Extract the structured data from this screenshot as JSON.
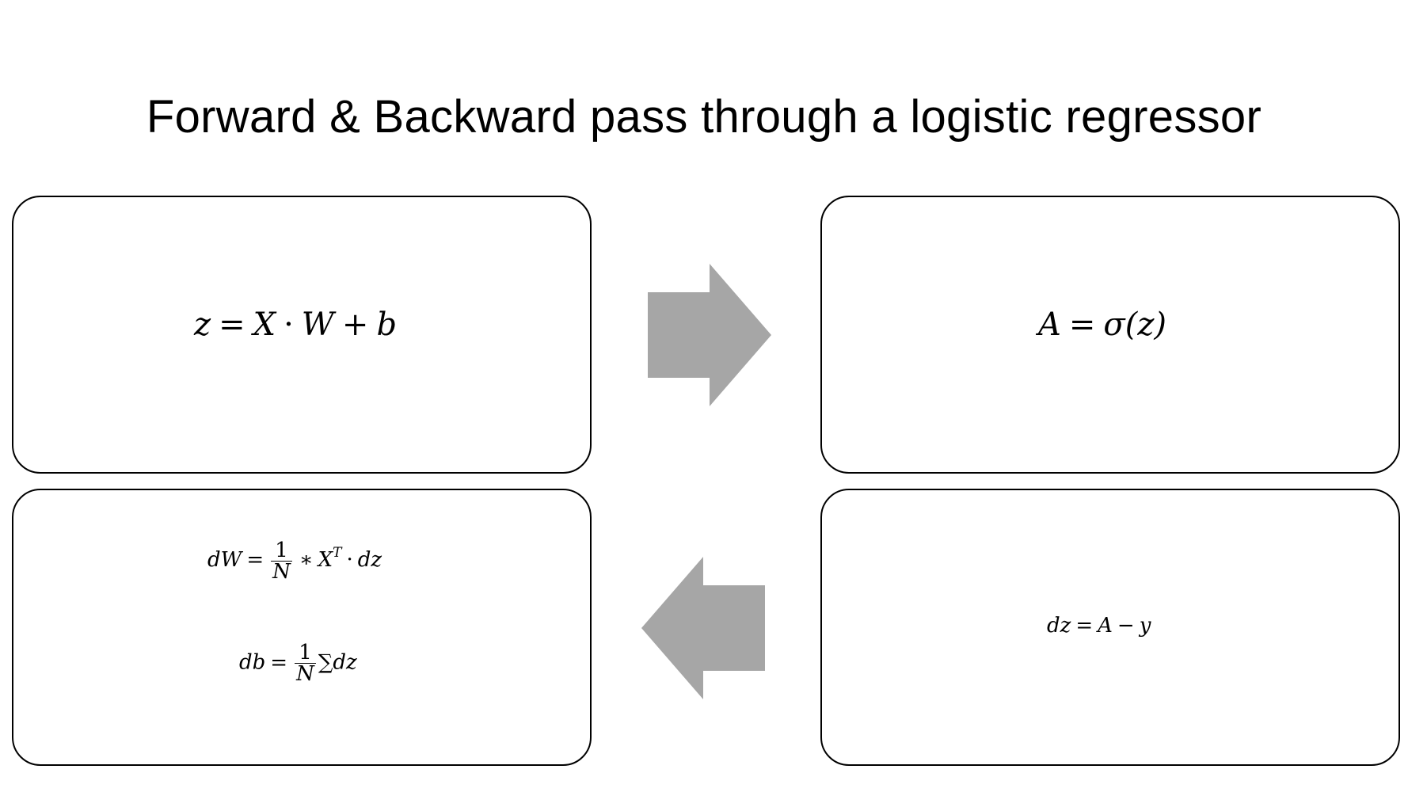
{
  "title": "Forward & Backward pass through a logistic regressor",
  "colors": {
    "arrow_fill": "#a6a6a6",
    "box_border": "#000000",
    "background": "#ffffff"
  },
  "boxes": {
    "forward_linear": {
      "z": "z",
      "eq": "=",
      "X": "X",
      "dot": "·",
      "W": "W",
      "plus": "+",
      "b": "b"
    },
    "activation": {
      "A": "A",
      "eq": "=",
      "sigma_call": "σ(z)"
    },
    "error": {
      "dz": "dz",
      "eq": "=",
      "A": "A",
      "minus": "−",
      "y": "y"
    },
    "gradients": {
      "dW": {
        "lhs": "dW",
        "eq": "=",
        "frac_num": "1",
        "frac_den": "N",
        "times": "∗",
        "X": "X",
        "transpose": "T",
        "dot": "·",
        "dz": "dz"
      },
      "db": {
        "lhs": "db",
        "eq": "=",
        "frac_num": "1",
        "frac_den": "N",
        "sum": "∑",
        "dz": "dz"
      }
    }
  },
  "arrows": {
    "forward": {
      "direction": "right",
      "icon": "block-arrow-right-icon"
    },
    "backward": {
      "direction": "left",
      "icon": "block-arrow-left-icon"
    }
  }
}
